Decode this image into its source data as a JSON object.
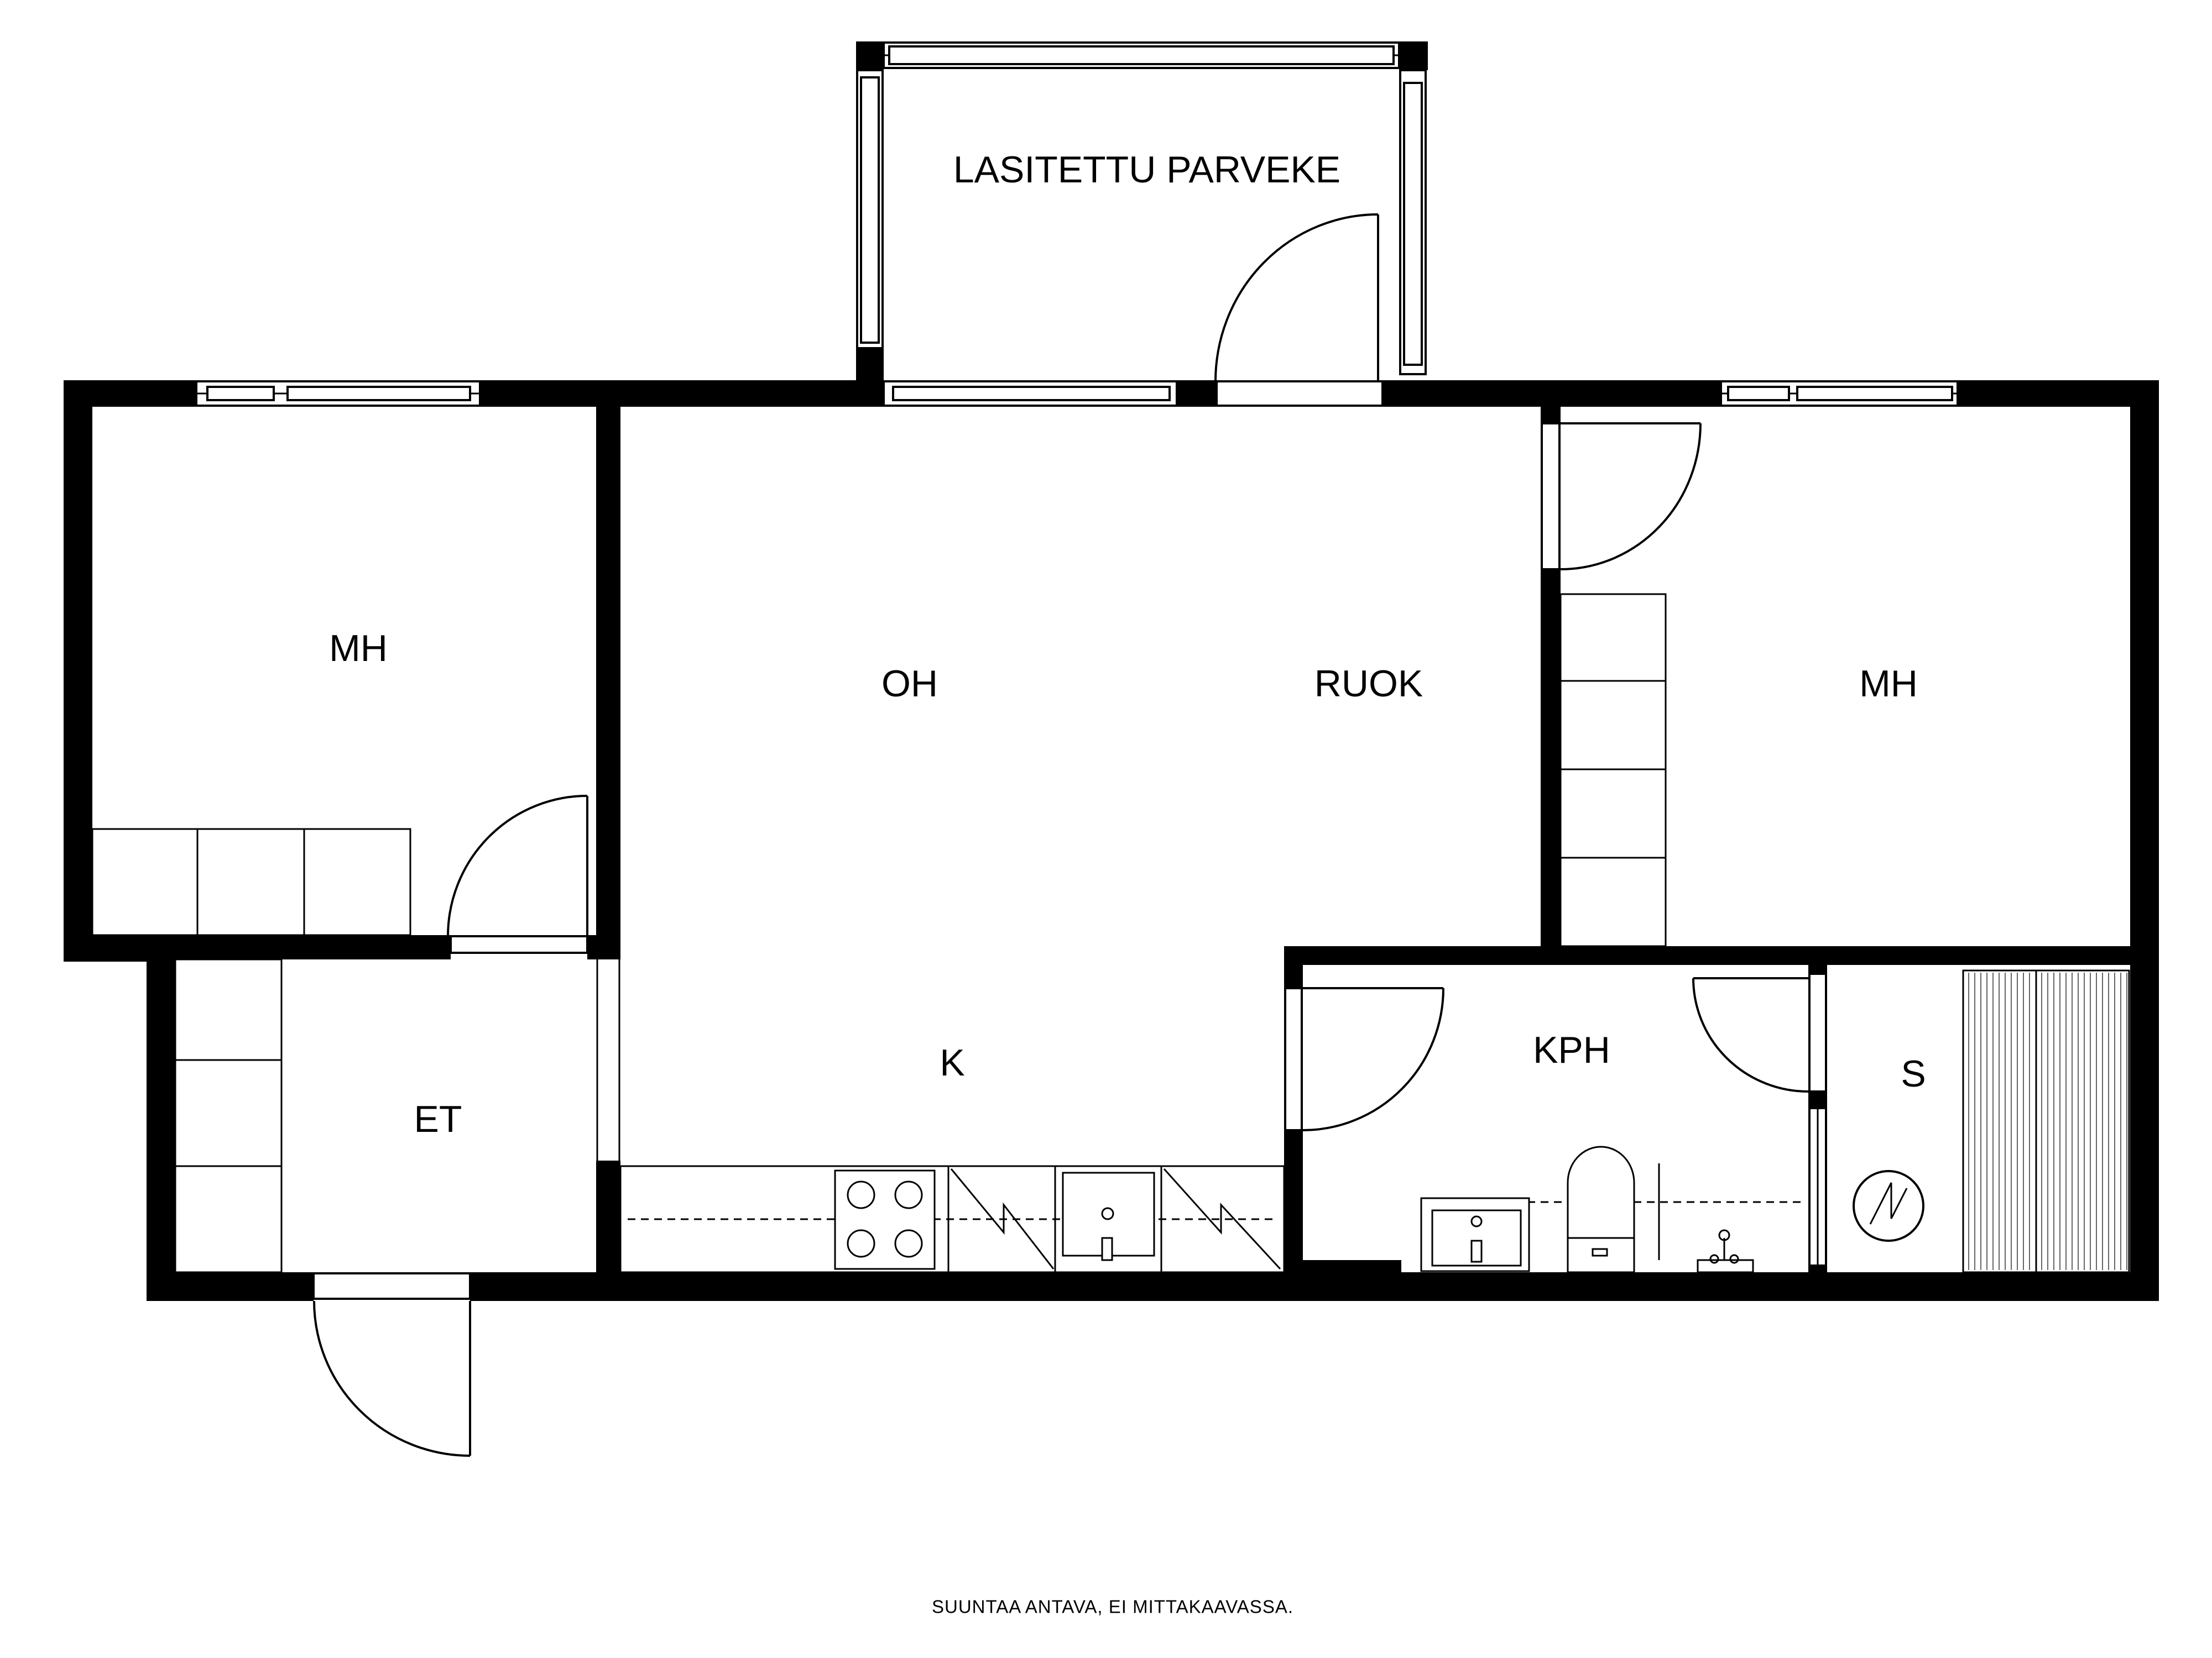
{
  "rooms": {
    "balcony": "LASITETTU PARVEKE",
    "bedroom_left": "MH",
    "living": "OH",
    "dining": "RUOK",
    "bedroom_right": "MH",
    "kitchen": "K",
    "entry": "ET",
    "bathroom": "KPH",
    "sauna": "S"
  },
  "footer": {
    "note": "SUUNTAA ANTAVA, EI MITTAKAAVASSA."
  },
  "colors": {
    "wall": "#000000",
    "background": "#ffffff"
  }
}
